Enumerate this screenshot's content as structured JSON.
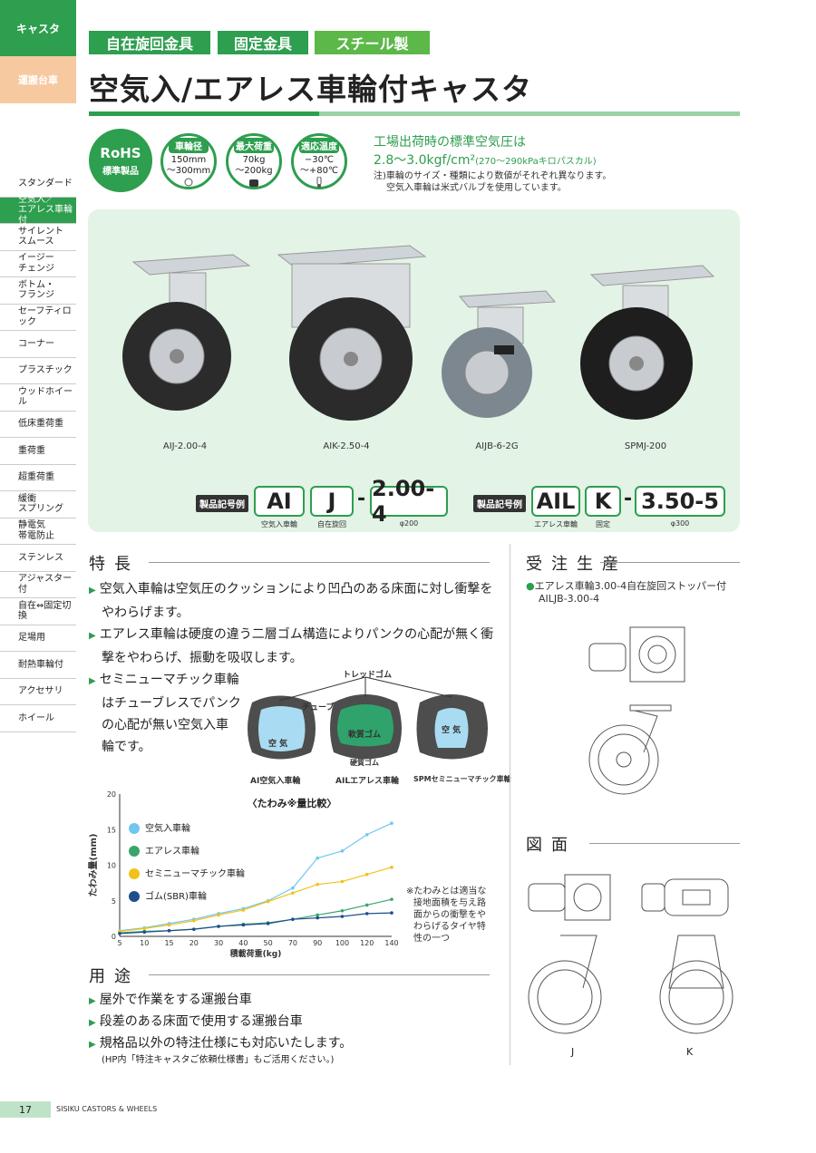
{
  "side": {
    "category": "キャスタ",
    "subcategory": "運搬台車",
    "items": [
      {
        "label": "スタンダード",
        "active": false
      },
      {
        "label": "空気入／\nエアレス車輪付",
        "active": true
      },
      {
        "label": "サイレント\nスムース",
        "active": false
      },
      {
        "label": "イージー\nチェンジ",
        "active": false
      },
      {
        "label": "ボトム・\nフランジ",
        "active": false
      },
      {
        "label": "セーフティロック",
        "active": false
      },
      {
        "label": "コーナー",
        "active": false
      },
      {
        "label": "プラスチック",
        "active": false
      },
      {
        "label": "ウッドホイール",
        "active": false
      },
      {
        "label": "低床重荷重",
        "active": false
      },
      {
        "label": "重荷重",
        "active": false
      },
      {
        "label": "超重荷重",
        "active": false
      },
      {
        "label": "緩衝\nスプリング",
        "active": false
      },
      {
        "label": "静電気\n帯電防止",
        "active": false
      },
      {
        "label": "ステンレス",
        "active": false
      },
      {
        "label": "アジャスター付",
        "active": false
      },
      {
        "label": "自在⇔固定切換",
        "active": false
      },
      {
        "label": "足場用",
        "active": false
      },
      {
        "label": "耐熱車輪付",
        "active": false
      },
      {
        "label": "アクセサリ",
        "active": false
      },
      {
        "label": "ホイール",
        "active": false
      }
    ]
  },
  "tags": [
    "自在旋回金具",
    "固定金具",
    "スチール製"
  ],
  "title": "空気入/エアレス車輪付キャスタ",
  "rohs": {
    "line1": "RoHS",
    "line2": "標準製品"
  },
  "badges": [
    {
      "head": "車輪径",
      "v1": "150mm",
      "v2": "～300mm"
    },
    {
      "head": "最大荷重",
      "v1": "70kg",
      "v2": "～200kg"
    },
    {
      "head": "適応温度",
      "v1": "−30℃",
      "v2": "～+80℃"
    }
  ],
  "pressure": {
    "line1": "工場出荷時の標準空気圧は",
    "line2a": "2.8～3.0kgf/cm²",
    "line2b": "(270～290kPaキロパスカル)",
    "note1": "注)車輪のサイズ・種類により数値がそれぞれ異なります。",
    "note2": "空気入車輪は米式バルブを使用しています。"
  },
  "products": [
    "AIJ-2.00-4",
    "AIK-2.50-4",
    "AIJB-6-2G",
    "SPMJ-200"
  ],
  "codes": [
    {
      "label": "製品記号例",
      "a": "AI",
      "b": "J",
      "c": "2.00-4",
      "sa": "空気入車輪",
      "sb": "自在旋回",
      "sc": "φ200"
    },
    {
      "label": "製品記号例",
      "a": "AIL",
      "b": "K",
      "c": "3.50-5",
      "sa": "エアレス車輪",
      "sb": "固定",
      "sc": "φ300"
    }
  ],
  "features": {
    "heading": "特長",
    "b1": "空気入車輪は空気圧のクッションにより凹凸のある床面に対し衝撃を",
    "b1b": "やわらげます。",
    "b2": "エアレス車輪は硬度の違う二層ゴム構造によりパンクの心配が無く衝",
    "b2b": "撃をやわらげ、振動を吸収します。",
    "b3": [
      "セミニューマチック車輪",
      "はチューブレスでパンク",
      "の心配が無い空気入車",
      "輪です。"
    ]
  },
  "tire": {
    "tread": "トレッドゴム",
    "tube": "チューブ",
    "air": "空 気",
    "soft": "軟質ゴム",
    "hard": "硬質ゴム",
    "air2": "空 気",
    "c1": "AI空気入車輪",
    "c2": "AILエアレス車輪",
    "c3": "SPMセミニューマチック車輪"
  },
  "chart_data": {
    "type": "line",
    "title": "〈たわみ※量比較〉",
    "xlabel": "積載荷重(kg)",
    "ylabel": "たわみ量(mm)",
    "categories": [
      "5",
      "10",
      "15",
      "20",
      "30",
      "40",
      "50",
      "70",
      "90",
      "100",
      "120",
      "140"
    ],
    "ylim": [
      0,
      20
    ],
    "yticks": [
      "0",
      "5",
      "10",
      "15",
      "20"
    ],
    "series": [
      {
        "name": "空気入車輪",
        "color": "#6fc7f0",
        "values": [
          0.8,
          1.2,
          1.8,
          2.4,
          3.2,
          3.9,
          5.0,
          6.8,
          11.0,
          12.0,
          14.3,
          15.9
        ]
      },
      {
        "name": "エアレス車輪",
        "color": "#3aa56b",
        "values": [
          0.5,
          0.7,
          0.8,
          1.0,
          1.4,
          1.7,
          1.9,
          2.4,
          3.0,
          3.6,
          4.4,
          5.2
        ]
      },
      {
        "name": "セミニューマチック車輪",
        "color": "#f2c21b",
        "values": [
          0.7,
          1.1,
          1.6,
          2.2,
          3.0,
          3.7,
          4.9,
          6.1,
          7.3,
          7.7,
          8.7,
          9.7
        ]
      },
      {
        "name": "ゴム(SBR)車輪",
        "color": "#1f4e8c",
        "values": [
          0.4,
          0.6,
          0.8,
          1.0,
          1.4,
          1.6,
          1.8,
          2.4,
          2.6,
          2.8,
          3.2,
          3.3
        ]
      }
    ],
    "grid": false,
    "legend": "top-left"
  },
  "chart_note": [
    "※たわみとは適当な",
    "接地面積を与え路",
    "面からの衝撃をや",
    "わらげるタイヤ特",
    "性の一つ"
  ],
  "usage": {
    "heading": "用途",
    "items": [
      "屋外で作業をする運搬台車",
      "段差のある床面で使用する運搬台車",
      "規格品以外の特注仕様にも対応いたします。"
    ],
    "note": "(HP内「特注キャスタご依頼仕様書」もご活用ください。)"
  },
  "order": {
    "heading": "受注生産",
    "item": "エアレス車輪3.00-4自在旋回ストッパー付",
    "code": "AILJB-3.00-4"
  },
  "drawing": {
    "heading": "図面",
    "j": "J",
    "k": "K"
  },
  "footer": {
    "page": "17",
    "brand": "SISIKU CASTORS & WHEELS"
  }
}
